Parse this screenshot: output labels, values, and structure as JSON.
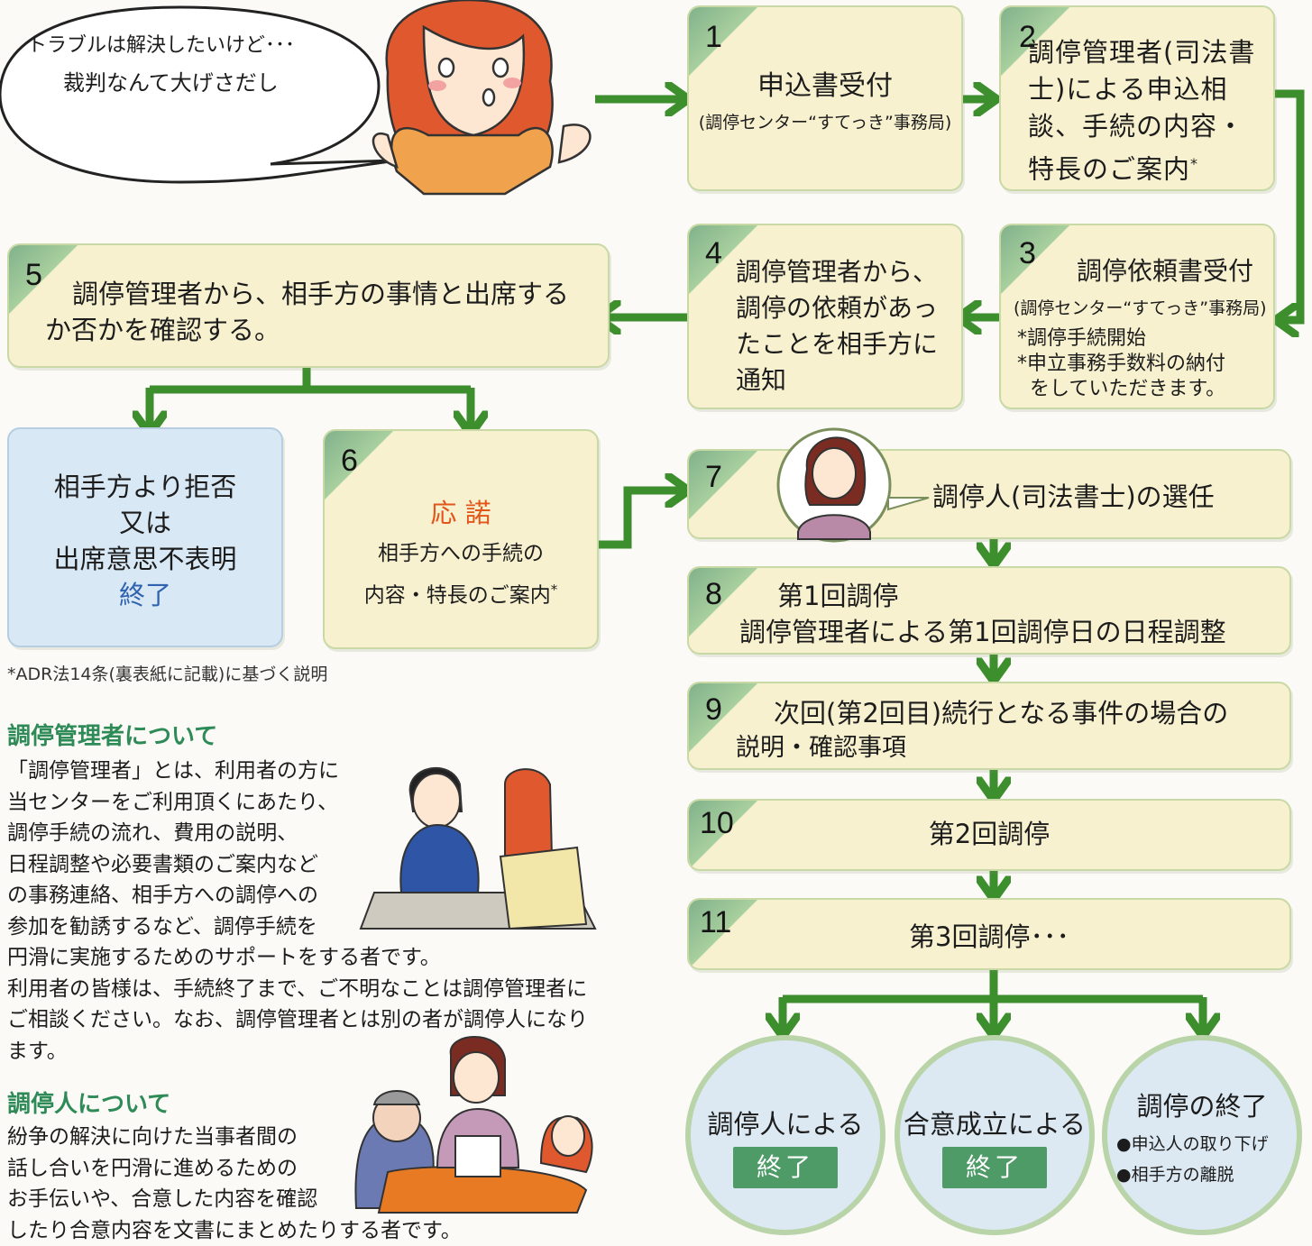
{
  "speech_bubble": {
    "line1": "トラブルは解決したいけど･･･",
    "line2": "裁判なんて大げさだし"
  },
  "steps": {
    "s1": {
      "num": "1",
      "title": "申込書受付",
      "sub": "(調停センター“すてっき”事務局)"
    },
    "s2": {
      "num": "2",
      "text": "調停管理者(司法書士)による申込相談、手続の内容・特長のご案内",
      "star": "*"
    },
    "s3": {
      "num": "3",
      "title": "調停依頼書受付",
      "sub": "(調停センター“すてっき”事務局)",
      "note1": "*調停手続開始",
      "note2": "*申立事務手数料の納付",
      "note3": "をしていただきます。"
    },
    "s4": {
      "num": "4",
      "text": "調停管理者から、調停の依頼があったことを相手方に通知"
    },
    "s5": {
      "num": "5",
      "text": "調停管理者から、相手方の事情と出席するか否かを確認する。"
    },
    "reject": {
      "line1": "相手方より拒否",
      "line2": "又は",
      "line3": "出席意思不表明",
      "end": "終了"
    },
    "s6": {
      "num": "6",
      "title": "応 諾",
      "line1": "相手方への手続の",
      "line2": "内容・特長のご案内",
      "star": "*"
    },
    "s7": {
      "num": "7",
      "text": "調停人(司法書士)の選任"
    },
    "s8": {
      "num": "8",
      "line1": "第1回調停",
      "line2": "調停管理者による第1回調停日の日程調整"
    },
    "s9": {
      "num": "9",
      "line1": "次回(第2回目)続行となる事件の場合の",
      "line2": "説明・確認事項"
    },
    "s10": {
      "num": "10",
      "text": "第2回調停"
    },
    "s11": {
      "num": "11",
      "text": "第3回調停･･･"
    }
  },
  "outcomes": {
    "o1": {
      "label": "調停人による",
      "badge": "終了"
    },
    "o2": {
      "label": "合意成立による",
      "badge": "終了"
    },
    "o3": {
      "label": "調停の終了",
      "item1": "●申込人の取り下げ",
      "item2": "●相手方の離脱"
    }
  },
  "footnote": "*ADR法14条(裏表紙に記載)に基づく説明",
  "manager_section": {
    "title": "調停管理者について",
    "lines": [
      "「調停管理者」とは、利用者の方に",
      "当センターをご利用頂くにあたり、",
      "調停手続の流れ、費用の説明、",
      "日程調整や必要書類のご案内など",
      "の事務連絡、相手方への調停への",
      "参加を勧誘するなど、調停手続を",
      "円滑に実施するためのサポートをする者です。",
      "利用者の皆様は、手続終了まで、ご不明なことは調停管理者に",
      "ご相談ください。なお、調停管理者とは別の者が調停人になり",
      "ます。"
    ]
  },
  "mediator_section": {
    "title": "調停人について",
    "lines": [
      "紛争の解決に向けた当事者間の",
      "話し合いを円滑に進めるための",
      "お手伝いや、合意した内容を確認",
      "したり合意内容を文書にまとめたりする者です。"
    ]
  },
  "colors": {
    "arrow": "#3d8f2e",
    "box": "#f7f1cf",
    "box_blue": "#d8e8f4",
    "accent_green": "#2e8a57",
    "accent_orange": "#e2561c",
    "end_blue": "#2f62b0"
  }
}
